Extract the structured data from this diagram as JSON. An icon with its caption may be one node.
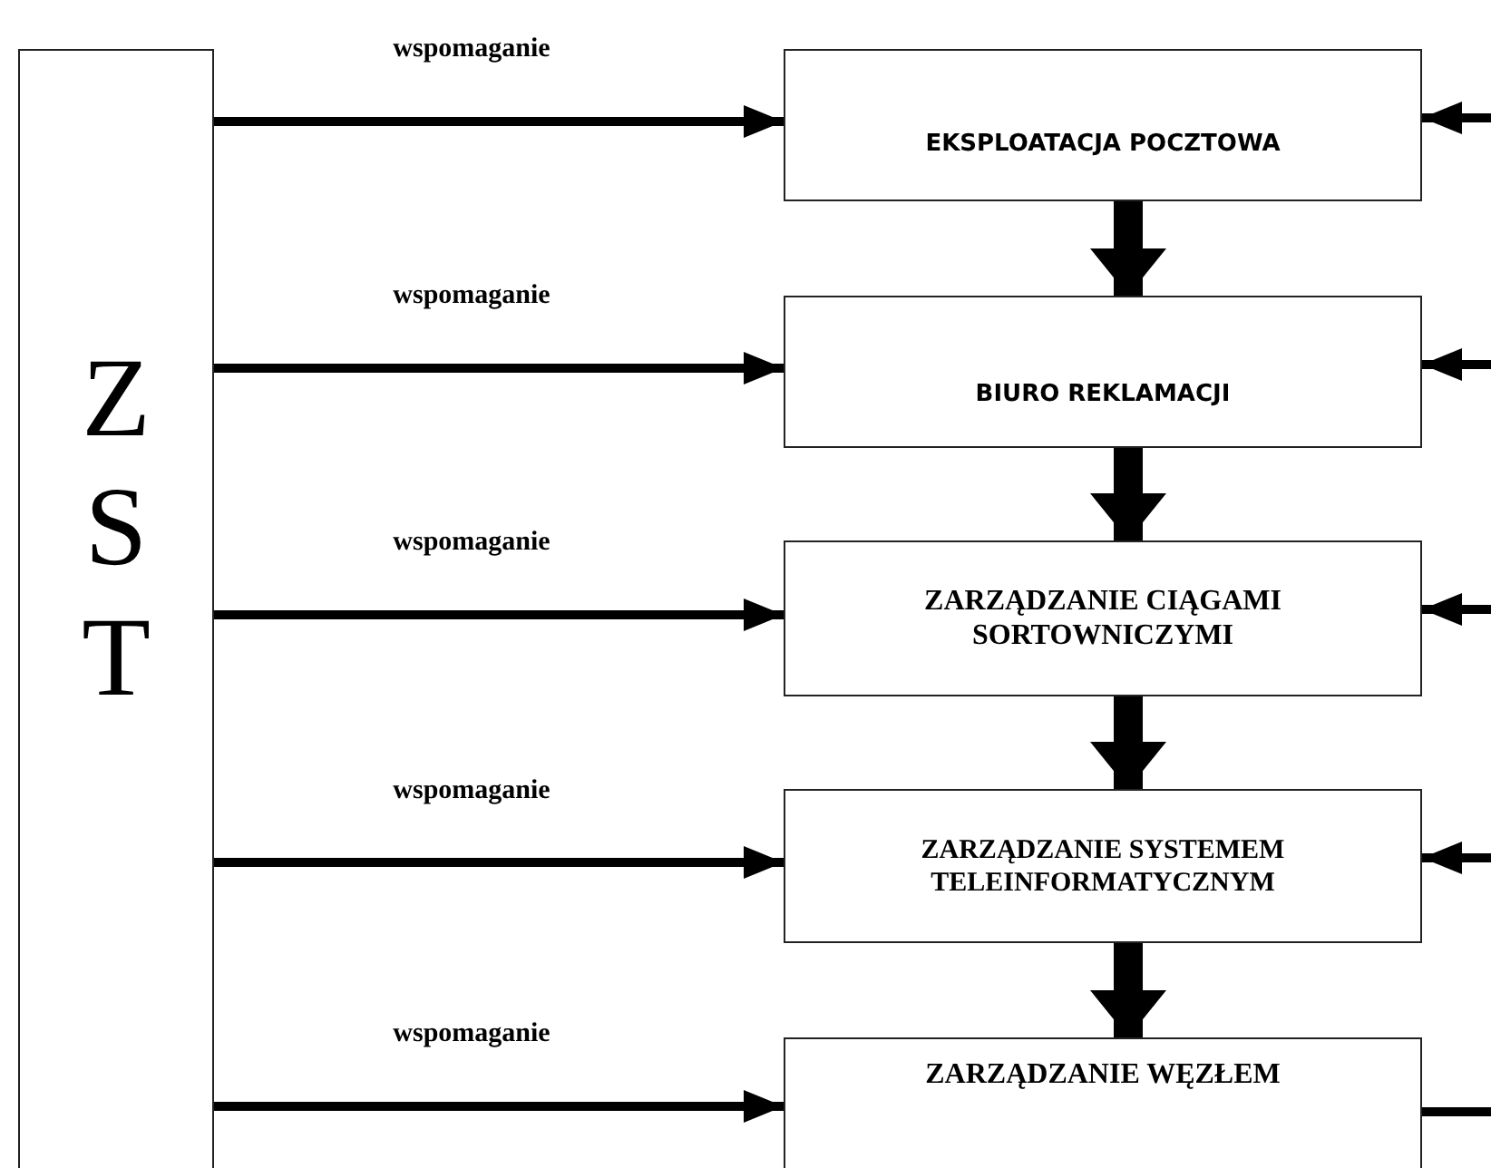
{
  "diagram": {
    "nodes": [
      {
        "text": [
          "Z S T"
        ]
      },
      {
        "text": [
          "EKSPLOATACJA POCZTOWA"
        ]
      },
      {
        "text": [
          "BIURO REKLAMACJI"
        ]
      },
      {
        "text": [
          "ZARZĄDZANIE CIĄGAMI SORTOWNICZYMI"
        ]
      },
      {
        "text": [
          "ZARZĄDZANIE SYSTEMEM TELEINFORMATYCZNYM"
        ]
      },
      {
        "text": [
          "ZARZĄDZANIE WĘZŁEM"
        ]
      }
    ],
    "edges": [
      {
        "from": 0,
        "to": 1,
        "arrow": "to",
        "label": "wspomaganie"
      },
      {
        "from": 0,
        "to": 2,
        "arrow": "to",
        "label": "wspomaganie"
      },
      {
        "from": 0,
        "to": 3,
        "arrow": "to",
        "label": "wspomaganie"
      },
      {
        "from": 0,
        "to": 4,
        "arrow": "to",
        "label": "wspomaganie"
      },
      {
        "from": 0,
        "to": 5,
        "arrow": "to",
        "label": "wspomaganie"
      },
      {
        "from": 1,
        "to": 2,
        "arrow": "to",
        "style": "thick"
      },
      {
        "from": 2,
        "to": 3,
        "arrow": "to",
        "style": "thick"
      },
      {
        "from": 3,
        "to": 4,
        "arrow": "to",
        "style": "thick"
      },
      {
        "from": 4,
        "to": 5,
        "arrow": "to",
        "style": "thick"
      },
      {
        "from": null,
        "to": 1,
        "arrow": "to"
      },
      {
        "from": null,
        "to": 2,
        "arrow": "to"
      },
      {
        "from": null,
        "to": 3,
        "arrow": "to"
      },
      {
        "from": null,
        "to": 4,
        "arrow": "to"
      },
      {
        "from": 5,
        "to": null,
        "arrow": "none"
      }
    ]
  }
}
